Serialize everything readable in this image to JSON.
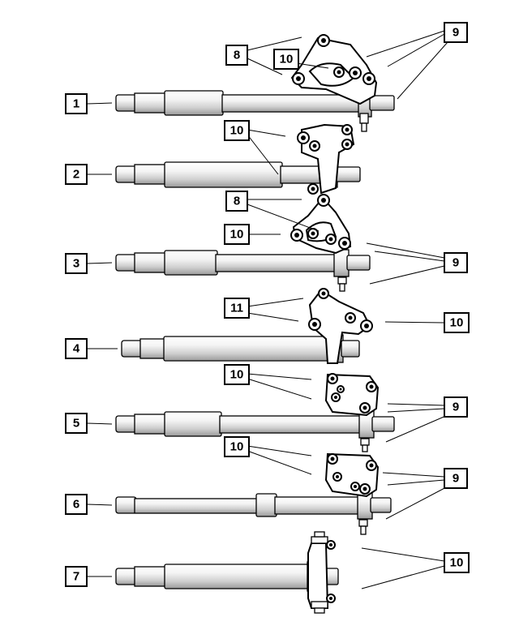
{
  "callouts": [
    {
      "id": "c1",
      "label": "1"
    },
    {
      "id": "c2",
      "label": "2"
    },
    {
      "id": "c3",
      "label": "3"
    },
    {
      "id": "c4",
      "label": "4"
    },
    {
      "id": "c5",
      "label": "5"
    },
    {
      "id": "c6",
      "label": "6"
    },
    {
      "id": "c7",
      "label": "7"
    },
    {
      "id": "c8a",
      "label": "8"
    },
    {
      "id": "c8b",
      "label": "8"
    },
    {
      "id": "c9a",
      "label": "9"
    },
    {
      "id": "c9b",
      "label": "9"
    },
    {
      "id": "c9c",
      "label": "9"
    },
    {
      "id": "c9d",
      "label": "9"
    },
    {
      "id": "c10a",
      "label": "10"
    },
    {
      "id": "c10b",
      "label": "10"
    },
    {
      "id": "c10c",
      "label": "10"
    },
    {
      "id": "c10d",
      "label": "10"
    },
    {
      "id": "c10e",
      "label": "10"
    },
    {
      "id": "c10f",
      "label": "10"
    },
    {
      "id": "c10g",
      "label": "10"
    },
    {
      "id": "c11",
      "label": "11"
    }
  ]
}
